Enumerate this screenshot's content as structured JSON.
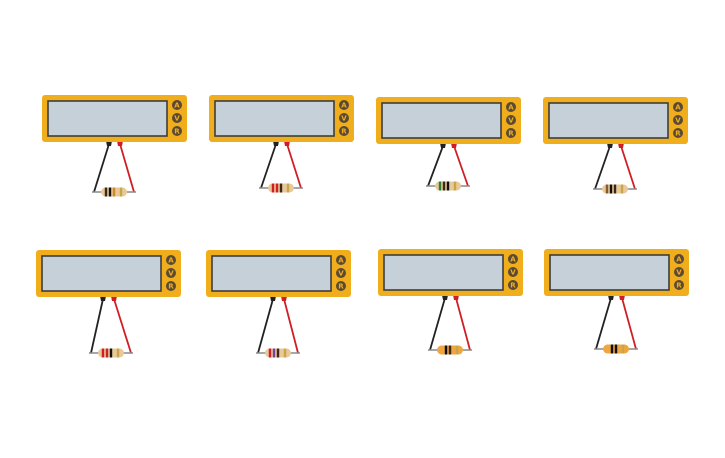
{
  "colors": {
    "body": "#f0ae1c",
    "display": "#c5d0d8",
    "display_border": "#3d3d3d",
    "button": "#5a4a35",
    "button_text": "#f0ae1c",
    "lead_black": "#222222",
    "lead_red": "#cf1f24",
    "resistor_body": "#e8c99a",
    "resistor_wire": "#8a8a8a"
  },
  "mode_buttons": [
    "A",
    "V",
    "R"
  ],
  "meters": [
    {
      "display_value": "",
      "resistor": {
        "body_color": "#e8c99a",
        "bands": [
          "#3b2a1a",
          "#111111",
          "#d08a2a",
          "#c9a54a"
        ]
      }
    },
    {
      "display_value": "",
      "resistor": {
        "body_color": "#e8c99a",
        "bands": [
          "#cf1f24",
          "#cf1f24",
          "#3b2a1a",
          "#c9a54a"
        ]
      }
    },
    {
      "display_value": "",
      "resistor": {
        "body_color": "#e8c99a",
        "bands": [
          "#2e7d32",
          "#3b2a1a",
          "#111111",
          "#c9a54a"
        ]
      }
    },
    {
      "display_value": "",
      "resistor": {
        "body_color": "#e8c99a",
        "bands": [
          "#8a5a2b",
          "#111111",
          "#3b2a1a",
          "#c9a54a"
        ]
      }
    },
    {
      "display_value": "",
      "resistor": {
        "body_color": "#e8c99a",
        "bands": [
          "#cf1f24",
          "#cf1f24",
          "#111111",
          "#c9a54a"
        ]
      }
    },
    {
      "display_value": "",
      "resistor": {
        "body_color": "#e8c99a",
        "bands": [
          "#cf1f24",
          "#7b3fa0",
          "#3b2a1a",
          "#c9a54a"
        ]
      }
    },
    {
      "display_value": "",
      "resistor": {
        "body_color": "#f0a640",
        "bands": [
          "#f0a640",
          "#111111",
          "#3b2a1a",
          "#c9a54a"
        ]
      }
    },
    {
      "display_value": "",
      "resistor": {
        "body_color": "#f0a640",
        "bands": [
          "#f0a640",
          "#111111",
          "#111111",
          "#c9a54a"
        ]
      }
    }
  ]
}
